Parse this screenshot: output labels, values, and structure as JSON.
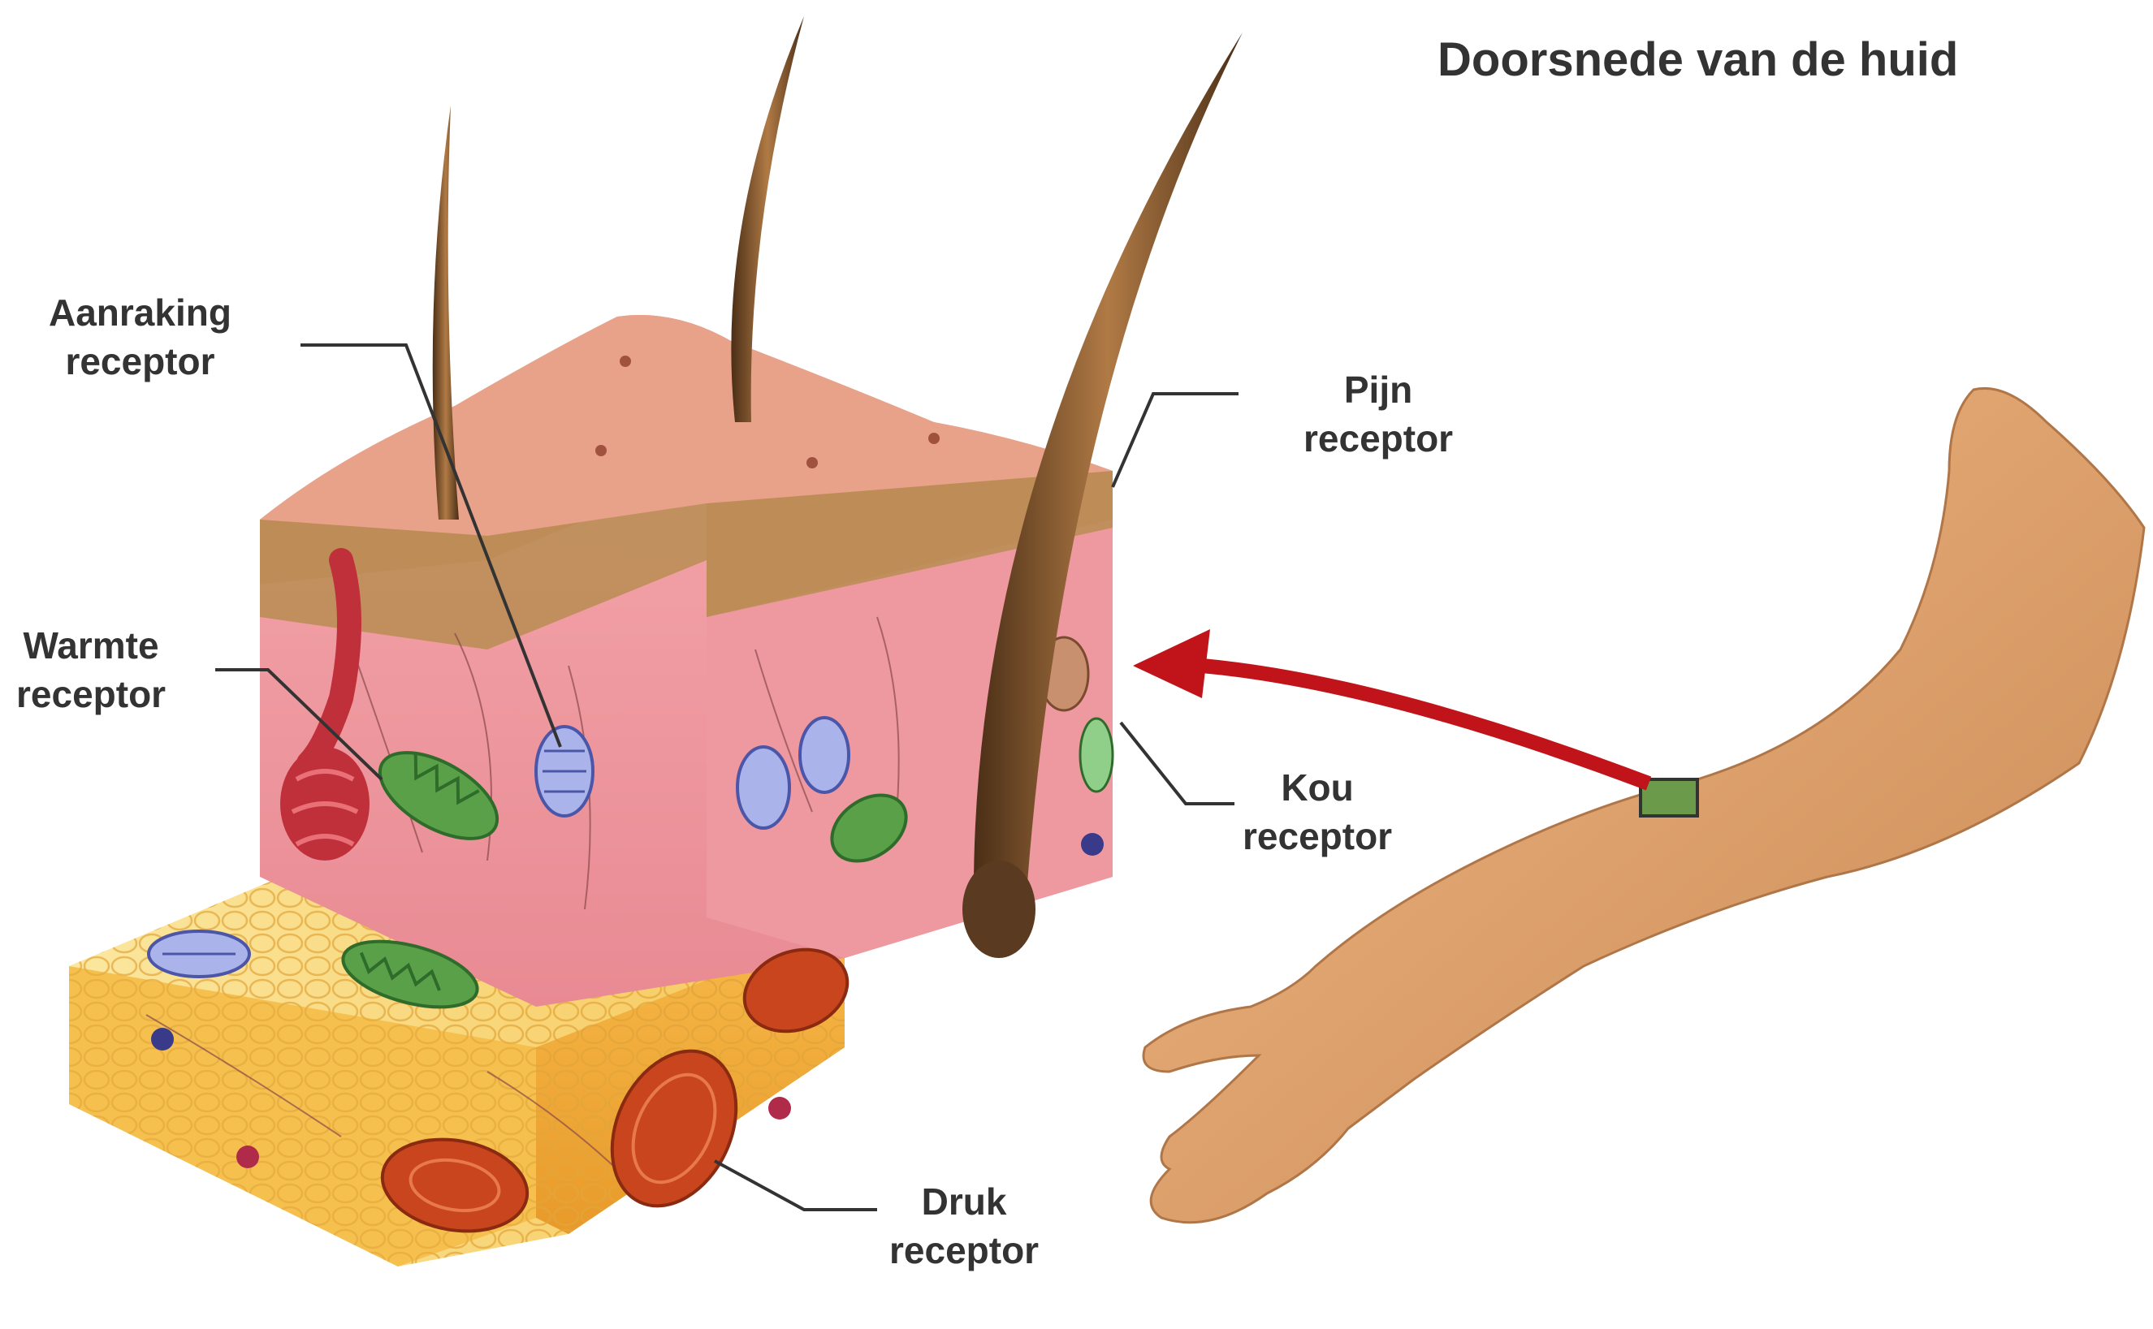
{
  "title": "Doorsnede van de huid",
  "labels": {
    "aanraking": {
      "line1": "Aanraking",
      "line2": "receptor"
    },
    "warmte": {
      "line1": "Warmte",
      "line2": "receptor"
    },
    "pijn": {
      "line1": "Pijn",
      "line2": "receptor"
    },
    "kou": {
      "line1": "Kou",
      "line2": "receptor"
    },
    "druk": {
      "line1": "Druk",
      "line2": "receptor"
    }
  }
}
